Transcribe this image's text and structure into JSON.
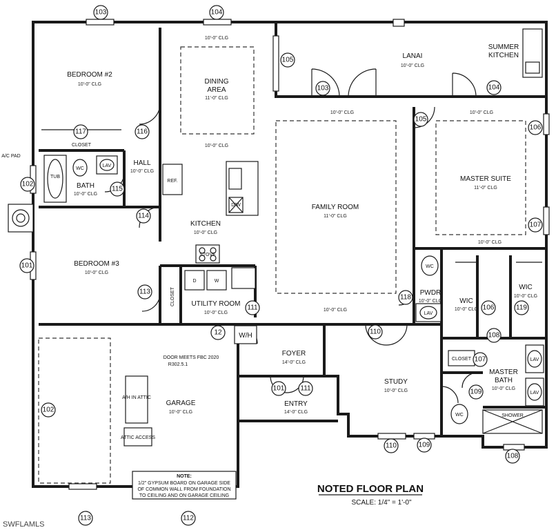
{
  "title": "NOTED FLOOR PLAN",
  "scale": "SCALE: 1/4\" = 1'-0\"",
  "watermark": "SWFLAMLS",
  "rooms": [
    {
      "name": "BEDROOM #2",
      "sub": "10'-0\" CLG"
    },
    {
      "name": "DINING",
      "name2": "AREA",
      "sub": "11'-0\" CLG"
    },
    {
      "name": "LANAI",
      "sub": "10'-0\" CLG"
    },
    {
      "name": "SUMMER",
      "name2": "KITCHEN"
    },
    {
      "name": "HALL",
      "sub": "10'-0\" CLG"
    },
    {
      "name": "BATH",
      "sub": "10'-0\" CLG"
    },
    {
      "name": "FAMILY ROOM",
      "sub": "11'-0\" CLG"
    },
    {
      "name": "MASTER SUITE",
      "sub": "11'-0\" CLG"
    },
    {
      "name": "KITCHEN",
      "sub": "10'-0\" CLG"
    },
    {
      "name": "BEDROOM #3",
      "sub": "10'-0\" CLG"
    },
    {
      "name": "UTILITY ROOM",
      "sub": "10'-0\" CLG"
    },
    {
      "name": "PWDR",
      "sub": "10'-0\" CLG"
    },
    {
      "name": "WIC",
      "sub": "10'-0\" CLG"
    },
    {
      "name": "WIC",
      "sub": "10'-0\" CLG"
    },
    {
      "name": "FOYER",
      "sub": "14'-0\" CLG"
    },
    {
      "name": "ENTRY",
      "sub": "14'-0\" CLG"
    },
    {
      "name": "STUDY",
      "sub": "10'-0\" CLG"
    },
    {
      "name": "MASTER",
      "name2": "BATH",
      "sub": "10'-0\" CLG"
    },
    {
      "name": "GARAGE",
      "sub": "10'-0\" CLG"
    }
  ],
  "ceiling_notes": [
    "10'-0\" CLG",
    "10'-0\" CLG",
    "10'-0\" CLG",
    "10'-0\" CLG",
    "10'-0\" CLG",
    "10'-0\" CLG"
  ],
  "fixtures": {
    "tub": "TUB",
    "wc": "WC",
    "lav": "LAV",
    "ref": "REF.",
    "stove": "STOVE",
    "dw": "D/W",
    "washer": "W",
    "dryer": "D",
    "closet": "CLOSET",
    "shower": "SHOWER",
    "wh": "W/H",
    "ac_pad": "A/C PAD",
    "attic_access": "ATTIC ACCESS",
    "ah": "A/H IN ATTIC"
  },
  "door_note": [
    "DOOR MEETS FBC 2020",
    "R302.5.1"
  ],
  "garage_note": {
    "heading": "NOTE:",
    "lines": [
      "1/2\" GYPSUM BOARD ON GARAGE SIDE",
      "OF COMMON WALL FROM FOUNDATION",
      "TO CEILING AND ON GARAGE CEILING"
    ]
  },
  "tags": [
    "103",
    "104",
    "105",
    "103",
    "104",
    "105",
    "106",
    "117",
    "116",
    "102",
    "115",
    "114",
    "107",
    "101",
    "113",
    "111",
    "118",
    "106",
    "119",
    "12",
    "110",
    "108",
    "107",
    "109",
    "101",
    "111",
    "102",
    "110",
    "109",
    "108",
    "113",
    "112"
  ]
}
